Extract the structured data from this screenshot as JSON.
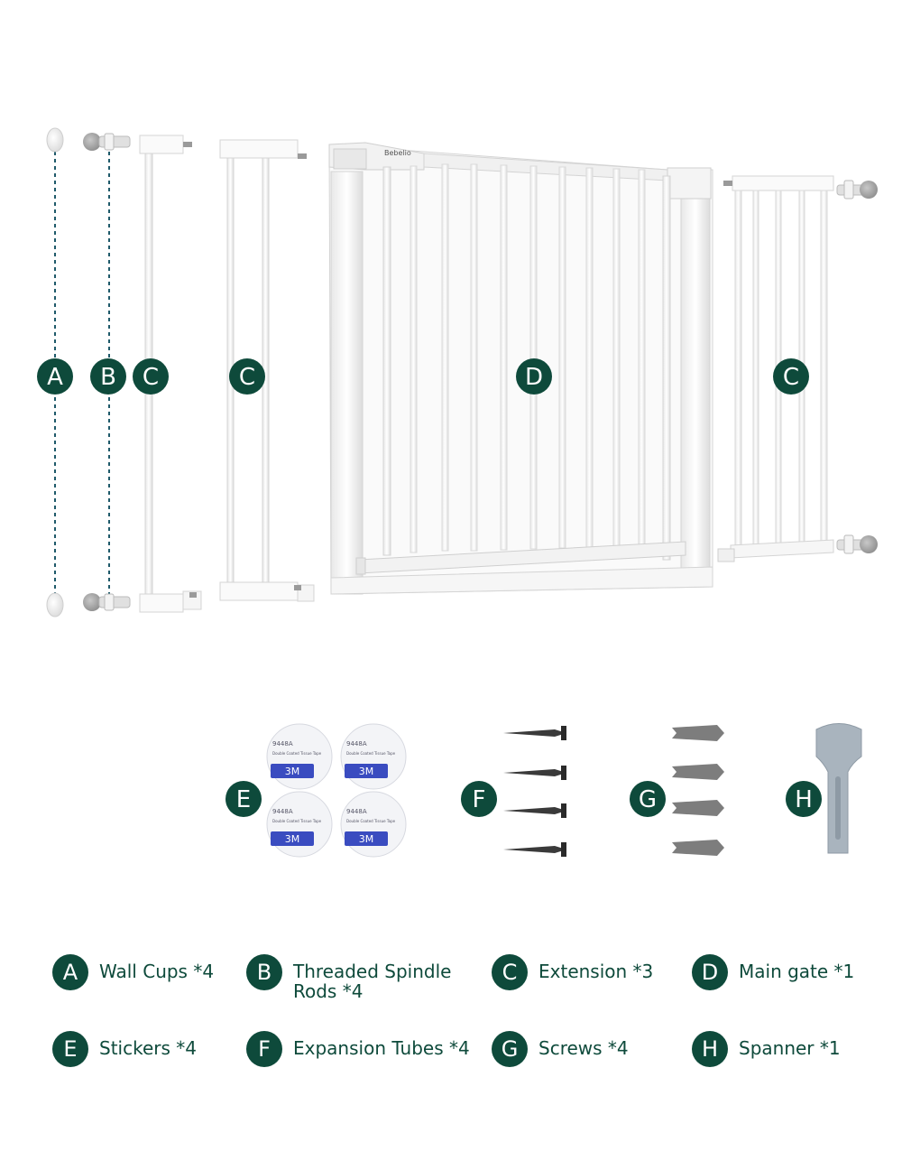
{
  "brand": "Bebelio",
  "tape": {
    "code": "9448A",
    "desc": "Double Coated Tissue Tape",
    "logo": "3M"
  },
  "part_badges": {
    "A": "A",
    "B": "B",
    "C": "C",
    "D": "D",
    "E": "E",
    "F": "F",
    "G": "G",
    "H": "H"
  },
  "legend": [
    {
      "letter": "A",
      "label": "Wall Cups *4"
    },
    {
      "letter": "B",
      "label": "Threaded Spindle Rods *4"
    },
    {
      "letter": "C",
      "label": "Extension *3"
    },
    {
      "letter": "D",
      "label": "Main gate *1"
    },
    {
      "letter": "E",
      "label": "Stickers *4"
    },
    {
      "letter": "F",
      "label": "Expansion Tubes *4"
    },
    {
      "letter": "G",
      "label": "Screws *4"
    },
    {
      "letter": "H",
      "label": "Spanner *1"
    }
  ],
  "colors": {
    "badge": "#0e4a3b",
    "frame": "#ffffff",
    "outline": "#d4d4d4",
    "dash": "#1f5a6a"
  }
}
